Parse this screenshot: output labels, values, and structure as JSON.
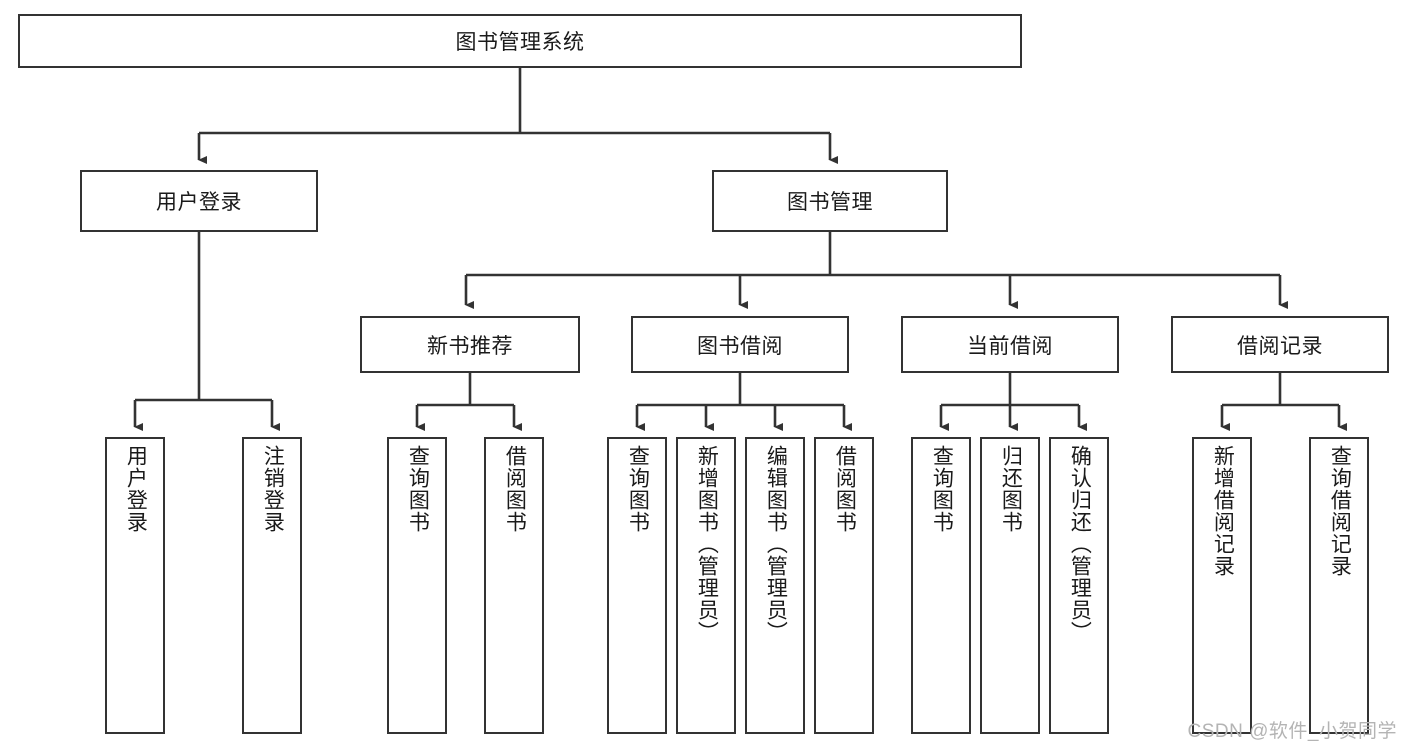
{
  "diagram": {
    "title": "图书管理系统",
    "type": "hierarchy-tree",
    "colors": {
      "box_border": "#333333",
      "box_fill": "#ffffff",
      "edge": "#333333",
      "text": "#1a1a1a",
      "watermark": "#b4b4b4"
    },
    "root": {
      "label": "图书管理系统"
    },
    "level2": [
      {
        "label": "用户登录"
      },
      {
        "label": "图书管理"
      }
    ],
    "level3": [
      {
        "label": "新书推荐"
      },
      {
        "label": "图书借阅"
      },
      {
        "label": "当前借阅"
      },
      {
        "label": "借阅记录"
      }
    ],
    "leaves": {
      "user_login": [
        {
          "label": "用户登录"
        },
        {
          "label": "注销登录"
        }
      ],
      "new_book_recommend": [
        {
          "label": "查询图书"
        },
        {
          "label": "借阅图书"
        }
      ],
      "book_borrow": [
        {
          "label": "查询图书"
        },
        {
          "label": "新增图书（管理员）"
        },
        {
          "label": "编辑图书（管理员）"
        },
        {
          "label": "借阅图书"
        }
      ],
      "current_borrow": [
        {
          "label": "查询图书"
        },
        {
          "label": "归还图书"
        },
        {
          "label": "确认归还（管理员）"
        }
      ],
      "borrow_record": [
        {
          "label": "新增借阅记录"
        },
        {
          "label": "查询借阅记录"
        }
      ]
    },
    "watermark": "CSDN @软件_小贺同学"
  }
}
